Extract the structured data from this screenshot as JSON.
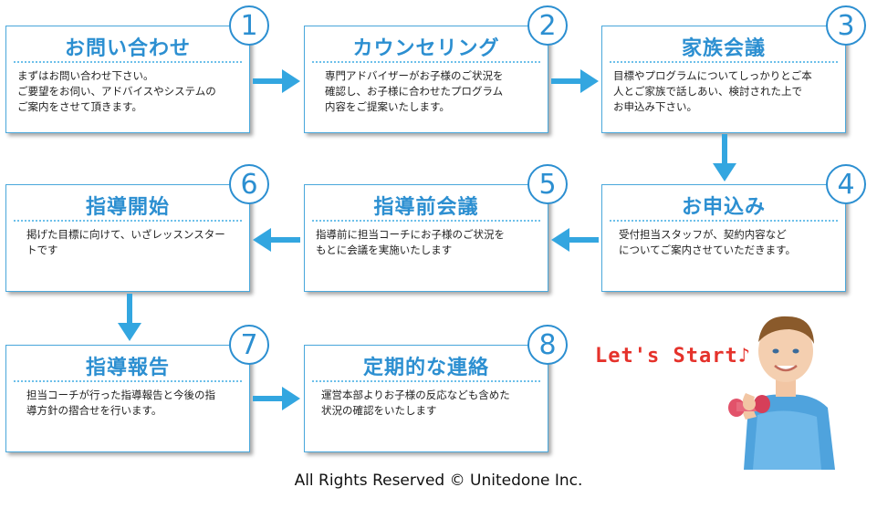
{
  "steps": [
    {
      "number": "1",
      "title": "お問い合わせ",
      "body": "まずはお問い合わせ下さい。\nご要望をお伺い、アドバイスやシステムの\nご案内をさせて頂きます。"
    },
    {
      "number": "2",
      "title": "カウンセリング",
      "body": "専門アドバイザーがお子様のご状況を\n確認し、お子様に合わせたプログラム\n内容をご提案いたします。"
    },
    {
      "number": "3",
      "title": "家族会議",
      "body": "目標やプログラムについてしっかりとご本\n人とご家族で話しあい、検討された上で\nお申込み下さい。"
    },
    {
      "number": "4",
      "title": "お申込み",
      "body": "受付担当スタッフが、契約内容など\nについてご案内させていただきます。"
    },
    {
      "number": "5",
      "title": "指導前会議",
      "body": "指導前に担当コーチにお子様のご状況を\nもとに会議を実施いたします"
    },
    {
      "number": "6",
      "title": "指導開始",
      "body": "掲げた目標に向けて、いざレッスンスター\nトです"
    },
    {
      "number": "7",
      "title": "指導報告",
      "body": "担当コーチが行った指導報告と今後の指\n導方針の摺合せを行います。"
    },
    {
      "number": "8",
      "title": "定期的な連絡",
      "body": "運営本部よりお子様の反応なども含めた\n状況の確認をいたします"
    }
  ],
  "lets_start": "Let's Start♪",
  "footer": "All Rights Reserved © Unitedone Inc.",
  "colors": {
    "accent": "#2c8fd1",
    "arrow": "#33a6e0",
    "highlight": "#e5322b"
  }
}
